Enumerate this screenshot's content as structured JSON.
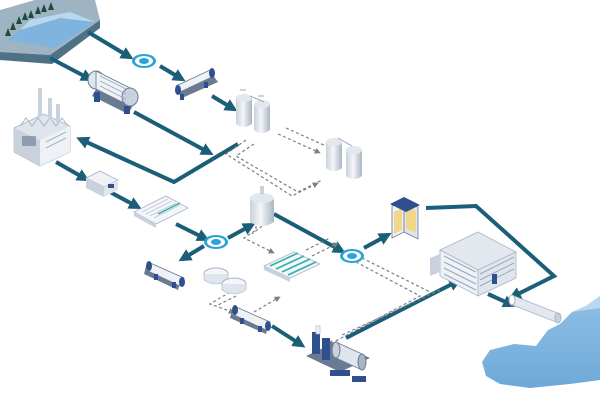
{
  "colors": {
    "background": "#ffffff",
    "pipe": "#1b5e78",
    "pipe_dashed": "#7a7f86",
    "water": "#7fb4de",
    "water_light": "#b9d7ef",
    "land": "#8fa6b5",
    "equipment_light": "#eef1f5",
    "equipment_mid": "#c9d1dc",
    "equipment_dark": "#6a7a93",
    "equipment_blue": "#2f4f8f",
    "pump_blue": "#2aa3d9",
    "membrane_teal": "#2fb0a8",
    "tree_green": "#1f4a3d"
  },
  "nodes": [
    {
      "name": "source-lake",
      "icon": "mountain-lake-icon"
    },
    {
      "name": "intake-pump",
      "icon": "pump-icon"
    },
    {
      "name": "screen-filter",
      "icon": "tubular-filter-icon"
    },
    {
      "name": "heat-exchanger",
      "icon": "heat-exchanger-icon"
    },
    {
      "name": "twin-tanks-1",
      "icon": "pressure-vessel-icon"
    },
    {
      "name": "twin-tanks-2",
      "icon": "pressure-vessel-icon"
    },
    {
      "name": "industrial-plant",
      "icon": "factory-icon"
    },
    {
      "name": "control-unit",
      "icon": "control-box-icon"
    },
    {
      "name": "sedimentation-basin",
      "icon": "settler-icon"
    },
    {
      "name": "storage-tank",
      "icon": "vertical-tank-icon"
    },
    {
      "name": "membrane-unit",
      "icon": "membrane-module-icon"
    },
    {
      "name": "transfer-pump-1",
      "icon": "pump-icon"
    },
    {
      "name": "transfer-pump-2",
      "icon": "pump-icon"
    },
    {
      "name": "cartridge-filter",
      "icon": "cartridge-filter-icon"
    },
    {
      "name": "reverse-osmosis-rack",
      "icon": "ro-rack-icon"
    },
    {
      "name": "clarifier-filter",
      "icon": "tubular-filter-icon"
    },
    {
      "name": "round-basins",
      "icon": "round-basin-icon"
    },
    {
      "name": "polishing-filter",
      "icon": "tubular-filter-icon"
    },
    {
      "name": "dosing-skid",
      "icon": "dosing-skid-icon"
    },
    {
      "name": "outfall-pipe",
      "icon": "outfall-pipe-icon"
    },
    {
      "name": "receiving-sea",
      "icon": "sea-icon"
    }
  ]
}
